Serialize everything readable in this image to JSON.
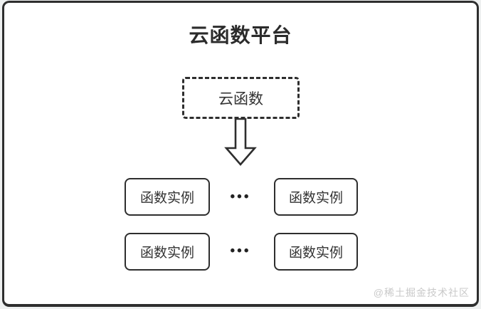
{
  "diagram": {
    "title": "云函数平台",
    "cloud_box_label": "云函数",
    "rows": [
      {
        "left_label": "函数实例",
        "ellipsis": "•••",
        "right_label": "函数实例"
      },
      {
        "left_label": "函数实例",
        "ellipsis": "•••",
        "right_label": "函数实例"
      }
    ],
    "watermark": "@稀土掘金技术社区",
    "colors": {
      "border": "#2e2e2e",
      "text": "#333333",
      "background": "#ffffff",
      "outer_background": "#eef0f0",
      "watermark": "#c9c9c9"
    }
  }
}
